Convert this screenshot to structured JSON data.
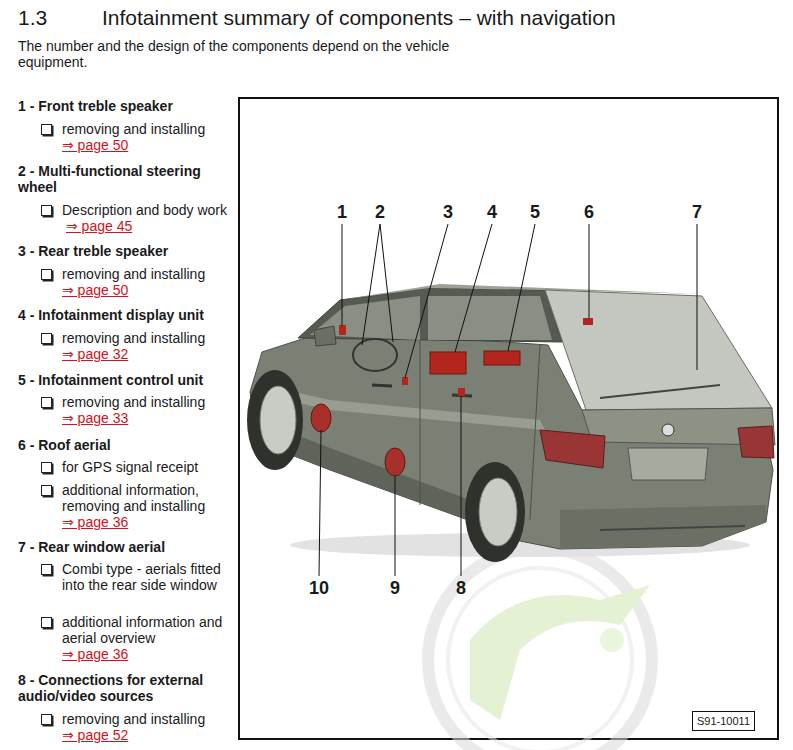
{
  "diagram": {
    "title": "Infotainment summary of components – with navigation",
    "nodes": [
      {
        "text": [
          "S91-10011"
        ]
      }
    ],
    "labels": [
      "1.3",
      "The number and the design of the components depend on the vehicle equipment.",
      "1 - Front treble speaker",
      "removing and installing",
      "⇒ page 50",
      "2 - Multi-functional steering wheel",
      "Description and body work",
      "⇒ page 45",
      "3 - Rear treble speaker",
      "removing and installing",
      "⇒ page 50",
      "4 - Infotainment display unit",
      "removing and installing",
      "⇒ page 32",
      "5 - Infotainment control unit",
      "removing and installing",
      "⇒ page 33",
      "6 - Roof aerial",
      "for GPS signal receipt",
      "additional information, removing and installing",
      "⇒ page 36",
      "7 - Rear window aerial",
      "Combi type - aerials fitted into the rear side window",
      "additional information and aerial overview",
      "⇒ page 36",
      "8 - Connections for external audio/video sources",
      "removing and installing",
      "⇒ page 52",
      "1",
      "2",
      "3",
      "4",
      "5",
      "6",
      "7",
      "8",
      "9",
      "10"
    ]
  }
}
